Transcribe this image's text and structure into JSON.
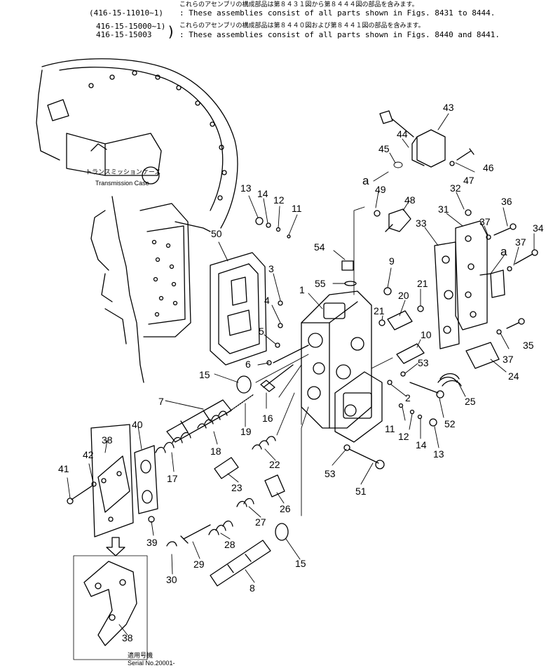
{
  "header": {
    "line1_jp": "これらのアセンブリの構成部品は第８４３１図から第８４４４図の部品を含みます。",
    "line1_range": "(416-15-11010~1)",
    "line1_en": ": These assemblies consist of all parts shown in Figs. 8431 to 8444.",
    "line2_jp": "これらのアセンブリの構成部品は第８４４０図および第８４４１図の部品を含みます。",
    "line2_range_a": "416-15-15000~1)",
    "line2_range_b": "416-15-15003",
    "line2_en": ": These assemblies consist of all parts shown in Figs. 8440 and 8441."
  },
  "case_label": {
    "jp": "トランスミッションケース",
    "en": "Transmission Case"
  },
  "serial": {
    "jp": "適用号機",
    "en": "Serial No.20001-"
  },
  "callouts": [
    {
      "id": "43",
      "text": "43"
    },
    {
      "id": "44",
      "text": "44"
    },
    {
      "id": "45",
      "text": "45"
    },
    {
      "id": "46",
      "text": "46"
    },
    {
      "id": "47",
      "text": "47"
    },
    {
      "id": "a1",
      "text": "a"
    },
    {
      "id": "49",
      "text": "49"
    },
    {
      "id": "48",
      "text": "48"
    },
    {
      "id": "32",
      "text": "32"
    },
    {
      "id": "36",
      "text": "36"
    },
    {
      "id": "31",
      "text": "31"
    },
    {
      "id": "33",
      "text": "33"
    },
    {
      "id": "37a",
      "text": "37"
    },
    {
      "id": "34",
      "text": "34"
    },
    {
      "id": "a2",
      "text": "a"
    },
    {
      "id": "37b",
      "text": "37"
    },
    {
      "id": "13a",
      "text": "13"
    },
    {
      "id": "14a",
      "text": "14"
    },
    {
      "id": "12a",
      "text": "12"
    },
    {
      "id": "11a",
      "text": "11"
    },
    {
      "id": "50",
      "text": "50"
    },
    {
      "id": "54",
      "text": "54"
    },
    {
      "id": "9",
      "text": "9"
    },
    {
      "id": "3",
      "text": "3"
    },
    {
      "id": "55",
      "text": "55"
    },
    {
      "id": "1",
      "text": "1"
    },
    {
      "id": "20",
      "text": "20"
    },
    {
      "id": "21a",
      "text": "21"
    },
    {
      "id": "21b",
      "text": "21"
    },
    {
      "id": "4",
      "text": "4"
    },
    {
      "id": "10",
      "text": "10"
    },
    {
      "id": "35",
      "text": "35"
    },
    {
      "id": "5",
      "text": "5"
    },
    {
      "id": "37c",
      "text": "37"
    },
    {
      "id": "6",
      "text": "6"
    },
    {
      "id": "53a",
      "text": "53"
    },
    {
      "id": "24",
      "text": "24"
    },
    {
      "id": "15a",
      "text": "15"
    },
    {
      "id": "2",
      "text": "2"
    },
    {
      "id": "25",
      "text": "25"
    },
    {
      "id": "7",
      "text": "7"
    },
    {
      "id": "16",
      "text": "16"
    },
    {
      "id": "19",
      "text": "19"
    },
    {
      "id": "52",
      "text": "52"
    },
    {
      "id": "11b",
      "text": "11"
    },
    {
      "id": "12b",
      "text": "12"
    },
    {
      "id": "40",
      "text": "40"
    },
    {
      "id": "38a",
      "text": "38"
    },
    {
      "id": "14b",
      "text": "14"
    },
    {
      "id": "18",
      "text": "18"
    },
    {
      "id": "13b",
      "text": "13"
    },
    {
      "id": "42",
      "text": "42"
    },
    {
      "id": "22",
      "text": "22"
    },
    {
      "id": "41",
      "text": "41"
    },
    {
      "id": "17",
      "text": "17"
    },
    {
      "id": "53b",
      "text": "53"
    },
    {
      "id": "23",
      "text": "23"
    },
    {
      "id": "51",
      "text": "51"
    },
    {
      "id": "26",
      "text": "26"
    },
    {
      "id": "27",
      "text": "27"
    },
    {
      "id": "39",
      "text": "39"
    },
    {
      "id": "28",
      "text": "28"
    },
    {
      "id": "15b",
      "text": "15"
    },
    {
      "id": "30",
      "text": "30"
    },
    {
      "id": "29",
      "text": "29"
    },
    {
      "id": "8",
      "text": "8"
    },
    {
      "id": "38b",
      "text": "38"
    }
  ]
}
